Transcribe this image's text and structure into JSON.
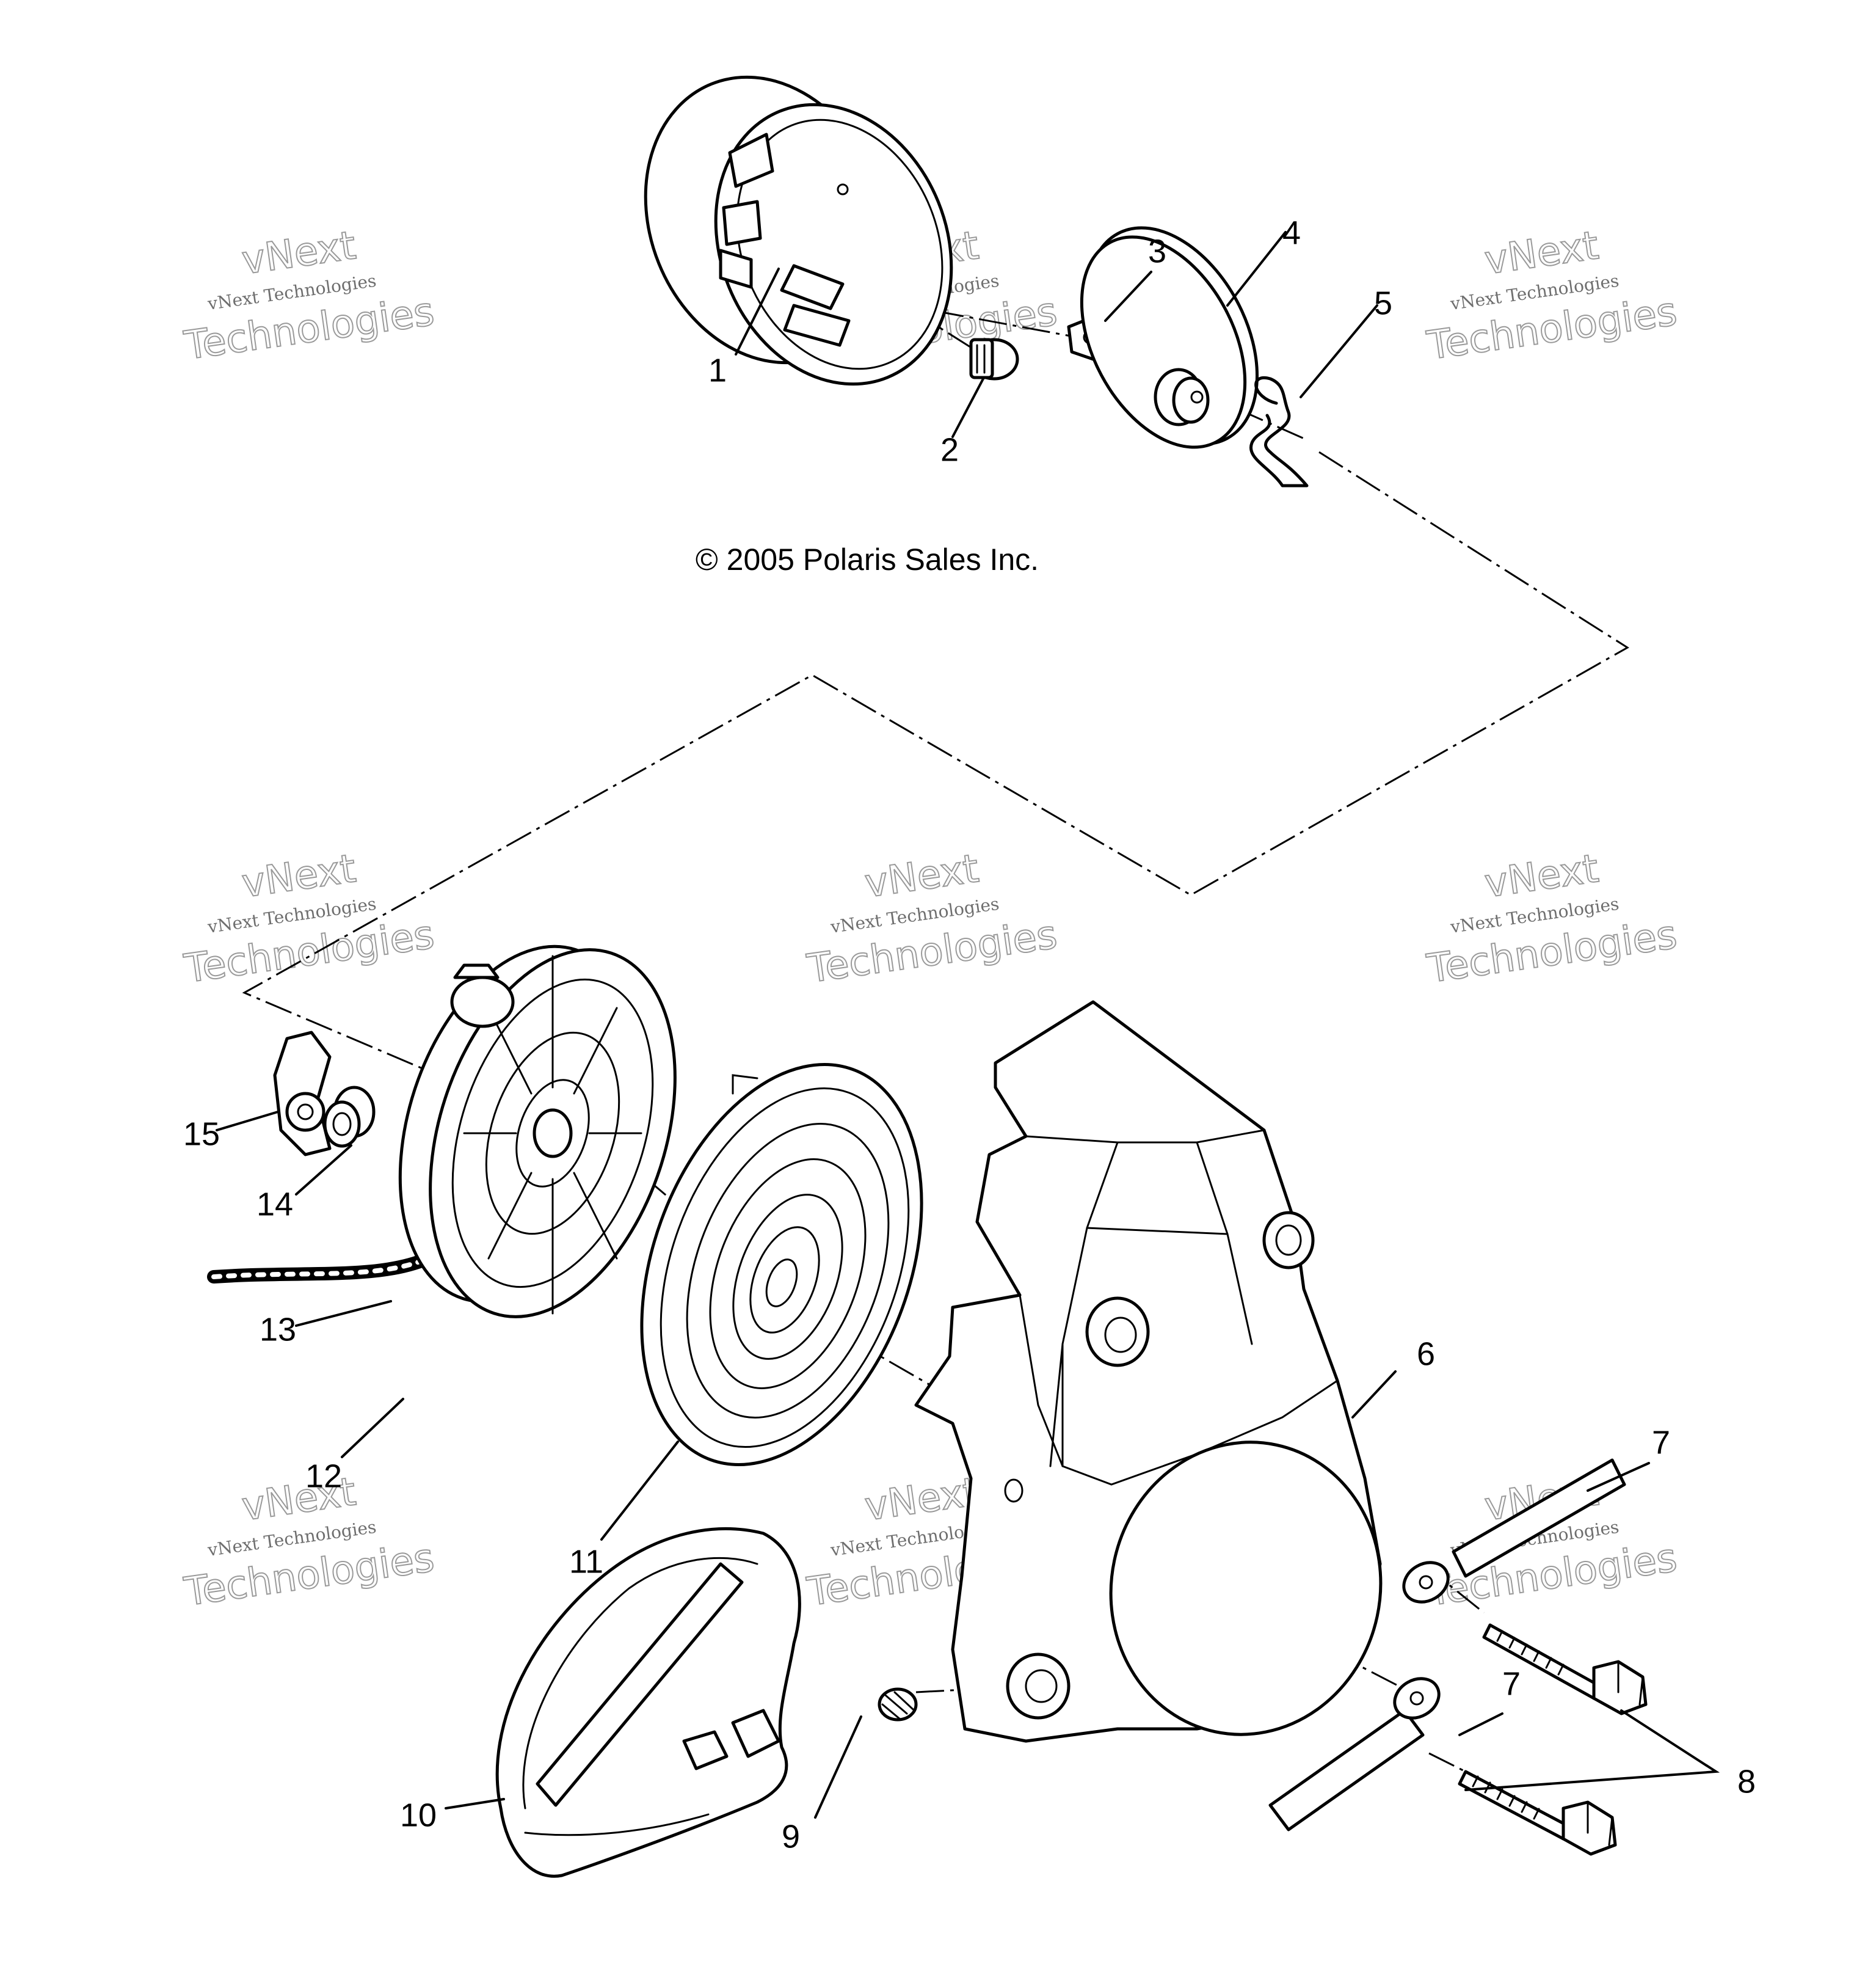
{
  "copyright": "© 2005 Polaris Sales Inc.",
  "watermark": {
    "brand": "vNext",
    "word": "Technologies",
    "full": "vNext Technologies",
    "color": "#9a9a9a"
  },
  "callouts": [
    "1",
    "2",
    "3",
    "4",
    "5",
    "6",
    "7",
    "7",
    "8",
    "9",
    "10",
    "11",
    "12",
    "13",
    "14",
    "15"
  ],
  "icons": [
    "starter-cup-icon",
    "bolt-icon",
    "nut-icon",
    "friction-plate-icon",
    "spring-clip-icon",
    "recoil-housing-icon",
    "rope-icon",
    "spring-coil-icon",
    "pulley-icon",
    "handle-icon"
  ]
}
